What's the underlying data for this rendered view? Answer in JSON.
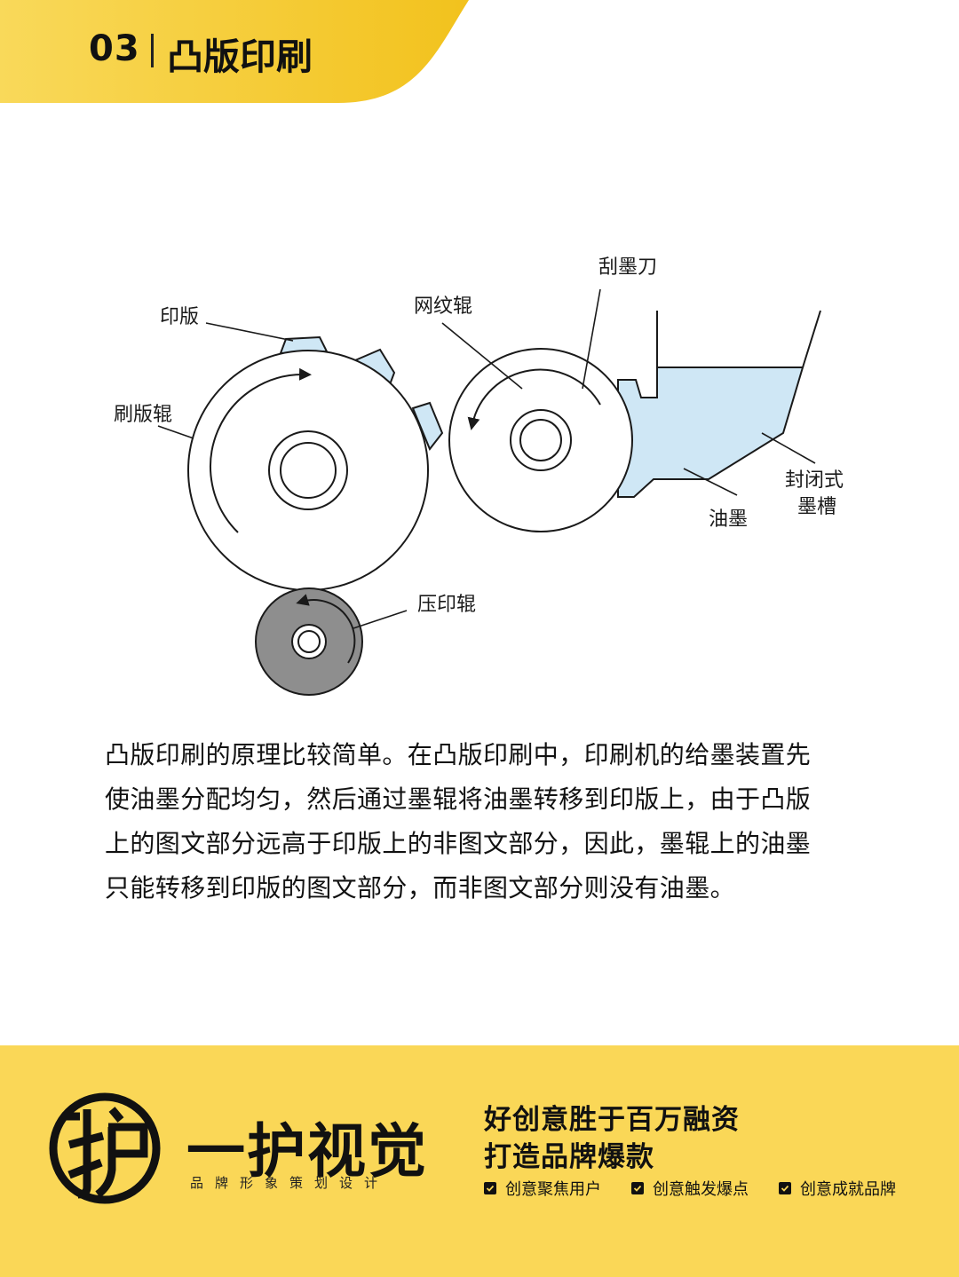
{
  "header": {
    "section_number": "03",
    "title": "凸版印刷"
  },
  "diagram": {
    "labels": {
      "plate": "印版",
      "plate_roller": "刷版辊",
      "anilox_roller": "网纹辊",
      "doctor_blade": "刮墨刀",
      "ink": "油墨",
      "ink_chamber_line1": "封闭式",
      "ink_chamber_line2": "墨槽",
      "impression_roller": "压印辊"
    },
    "colors": {
      "ink_fill": "#cfe7f5",
      "impression_roller_fill": "#8e8e8e",
      "stroke": "#1a1a1a"
    }
  },
  "body": {
    "lines": [
      "凸版印刷的原理比较简单。在凸版印刷中，印刷机的给墨装置先",
      "使油墨分配均匀，然后通过墨辊将油墨转移到印版上，由于凸版",
      "上的图文部分远高于印版上的非图文部分，因此，墨辊上的油墨",
      "只能转移到印版的图文部分，而非图文部分则没有油墨。"
    ]
  },
  "footer": {
    "brand_name": "一护视觉",
    "brand_subtitle": "品牌形象策划设计",
    "slogan_line1": "好创意胜于百万融资",
    "slogan_line2": "打造品牌爆款",
    "features": [
      "创意聚焦用户",
      "创意触发爆点",
      "创意成就品牌"
    ],
    "colors": {
      "header_yellow": "#f6cc2c",
      "footer_yellow": "#fad757"
    }
  }
}
